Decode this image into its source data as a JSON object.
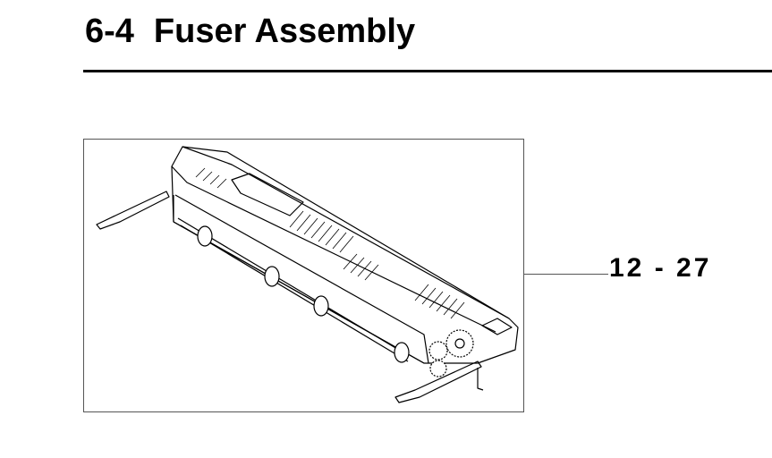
{
  "section": {
    "number": "6-4",
    "title": "Fuser Assembly"
  },
  "figure": {
    "callout": "12 - 27",
    "depicts": "fuser-assembly-drawing"
  }
}
